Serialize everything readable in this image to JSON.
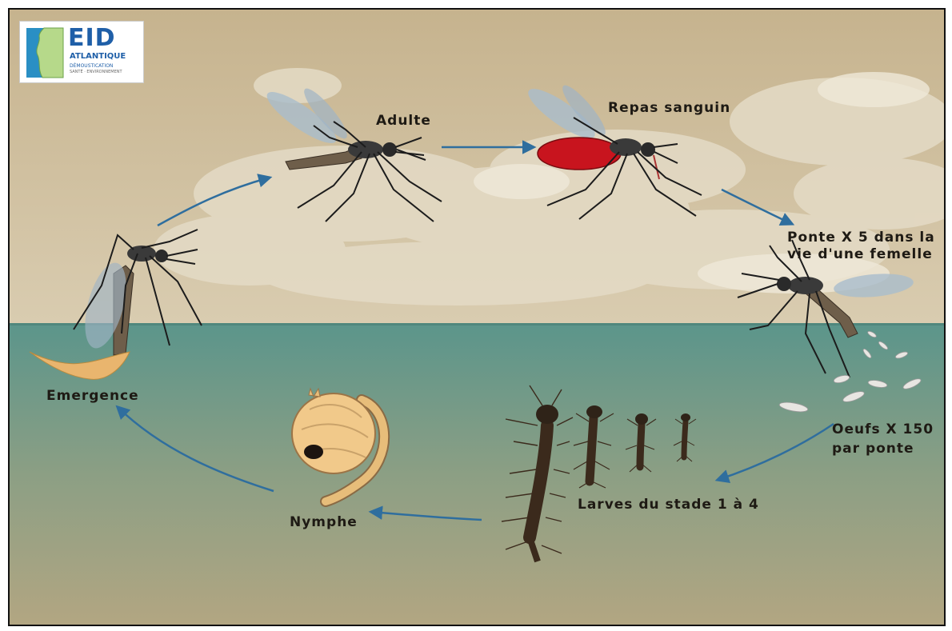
{
  "logo": {
    "name": "EID",
    "subtitle": "ATLANTIQUE",
    "tagline": "DÉMOUSTICATION",
    "tagline2": "SANTÉ · ENVIRONNEMENT"
  },
  "stages": {
    "adult": "Adulte",
    "blood_meal": "Repas sanguin",
    "laying_line1": "Ponte X 5 dans la",
    "laying_line2": "vie d'une femelle",
    "eggs_line1": "Oeufs X 150",
    "eggs_line2": "par ponte",
    "larvae": "Larves du stade 1 à 4",
    "pupa": "Nymphe",
    "emergence": "Emergence"
  },
  "colors": {
    "sky": "#cdbb98",
    "water": "#5f958a",
    "arrow": "#2f6e9e",
    "blood": "#c8141e"
  }
}
